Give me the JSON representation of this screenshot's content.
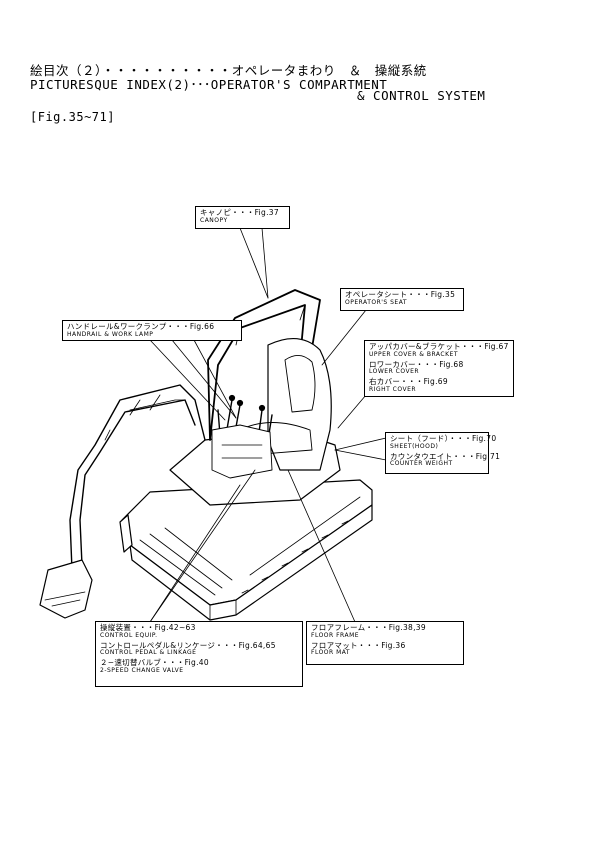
{
  "header": {
    "line1": "絵目次（２）・・・・・・・・・・オペレータまわり　＆　操縦系統",
    "line2": "PICTURESQUE INDEX(2)･･･OPERATOR'S COMPARTMENT",
    "line3": "& CONTROL SYSTEM",
    "fig_range": "[Fig.35~71]"
  },
  "callouts": {
    "canopy": {
      "jp": "キャノピ・・・Fig.37",
      "en": "CANOPY"
    },
    "seat": {
      "jp": "オペレータシート・・・Fig.35",
      "en": "OPERATOR'S SEAT"
    },
    "handrail": {
      "jp": "ハンドレール&ワークランプ・・・Fig.66",
      "en": "HANDRAIL & WORK LAMP"
    },
    "covers": [
      {
        "jp": "アッパカバー&ブラケット・・・Fig.67",
        "en": "UPPER COVER & BRACKET"
      },
      {
        "jp": "ロワーカバー・・・Fig.68",
        "en": "LOWER COVER"
      },
      {
        "jp": "右カバー・・・Fig.69",
        "en": "RIGHT COVER"
      }
    ],
    "sheet": [
      {
        "jp": "シート（フード）・・・Fig.70",
        "en": "SHEET(HOOD)"
      },
      {
        "jp": "カウンタウエイト・・・Fig.71",
        "en": "COUNTER WEIGHT"
      }
    ],
    "control": [
      {
        "jp": "操縦装置・・・Fig.42~63",
        "en": "CONTROL EQUIP."
      },
      {
        "jp": "コントロールペダル&リンケージ・・・Fig.64,65",
        "en": "CONTROL PEDAL & LINKAGE"
      },
      {
        "jp": "２−速切替バルブ・・・Fig.40",
        "en": "2-SPEED CHANGE VALVE"
      }
    ],
    "floor": [
      {
        "jp": "フロアフレーム・・・Fig.38,39",
        "en": "FLOOR FRAME"
      },
      {
        "jp": "フロアマット・・・Fig.36",
        "en": "FLOOR MAT"
      }
    ]
  }
}
